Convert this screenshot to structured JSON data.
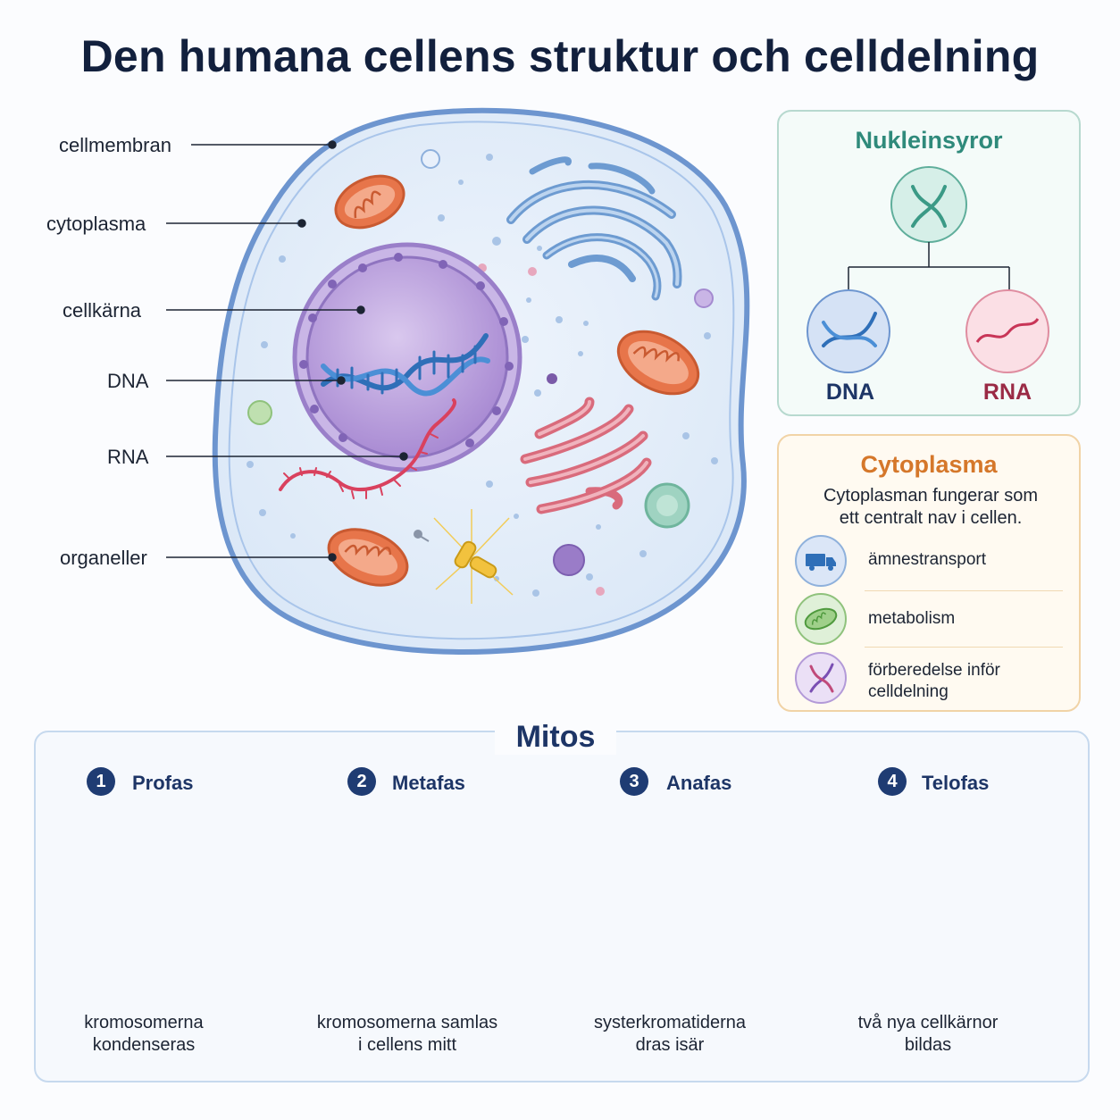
{
  "title": "Den humana cellens struktur och celldelning",
  "cell_labels": {
    "cellmembran": "cellmembran",
    "cytoplasma": "cytoplasma",
    "cellkarna": "cellkärna",
    "dna": "DNA",
    "rna": "RNA",
    "organeller": "organeller"
  },
  "nucleic_panel": {
    "title": "Nukleinsyror",
    "dna": "DNA",
    "rna": "RNA"
  },
  "cyto_panel": {
    "title": "Cytoplasma",
    "description_line1": "Cytoplasman fungerar som",
    "description_line2": "ett centralt nav i cellen.",
    "items": [
      {
        "label": "ämnestransport",
        "icon": "truck-icon"
      },
      {
        "label": "metabolism",
        "icon": "mitochondrion-icon"
      },
      {
        "label_line1": "förberedelse inför",
        "label_line2": "celldelning",
        "icon": "dna-icon"
      }
    ]
  },
  "mitos": {
    "title": "Mitos",
    "phases": [
      {
        "number": "1",
        "name": "Profas",
        "desc_line1": "kromosomerna",
        "desc_line2": "kondenseras"
      },
      {
        "number": "2",
        "name": "Metafas",
        "desc_line1": "kromosomerna samlas",
        "desc_line2": "i cellens mitt"
      },
      {
        "number": "3",
        "name": "Anafas",
        "desc_line1": "systerkromatiderna",
        "desc_line2": "dras isär"
      },
      {
        "number": "4",
        "name": "Telofas",
        "desc_line1": "två nya cellkärnor",
        "desc_line2": "bildas"
      }
    ]
  },
  "colors": {
    "title": "#12203d",
    "membrane": "#6d95cf",
    "nucleus": "#b39ad8",
    "dna": "#2f6fb8",
    "rna": "#d9415e",
    "mitochondrion": "#e7754a",
    "er": "#d96b7c",
    "golgi": "#6d9bd1",
    "teal_panel": "#2f8a7b",
    "orange_panel": "#d5772a"
  }
}
